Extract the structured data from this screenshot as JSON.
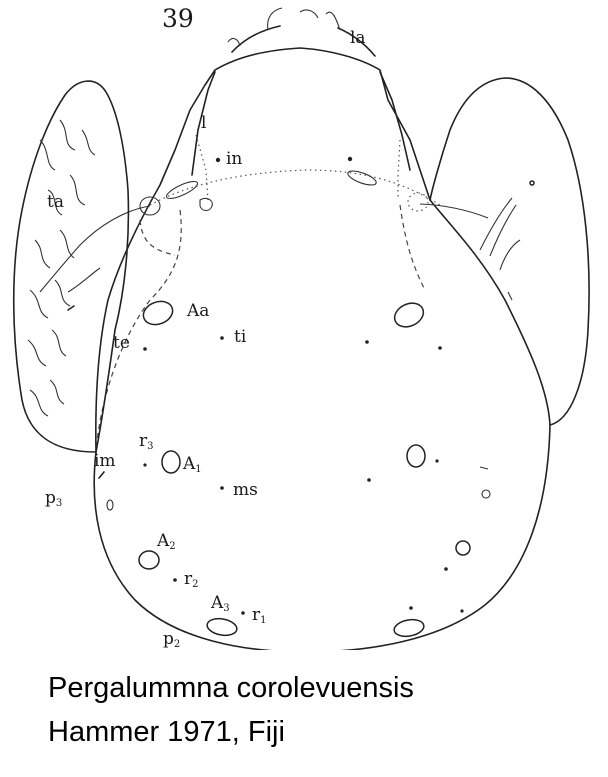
{
  "figure": {
    "number": "39",
    "labels": {
      "la": "la",
      "l": "l",
      "in": "in",
      "ta": "ta",
      "Aa": "Aa",
      "te": "te",
      "ti": "ti",
      "r3": "r",
      "r3_sub": "3",
      "im": "im",
      "A1": "A",
      "A1_sub": "1",
      "ms": "ms",
      "p3": "p",
      "p3_sub": "3",
      "A2": "A",
      "A2_sub": "2",
      "r2": "r",
      "r2_sub": "2",
      "A3": "A",
      "A3_sub": "3",
      "r1": "r",
      "r1_sub": "1",
      "p2": "p",
      "p2_sub": "2"
    }
  },
  "caption": {
    "line1": "Pergalummna corolevuensis",
    "line2": "Hammer 1971, Fiji"
  }
}
